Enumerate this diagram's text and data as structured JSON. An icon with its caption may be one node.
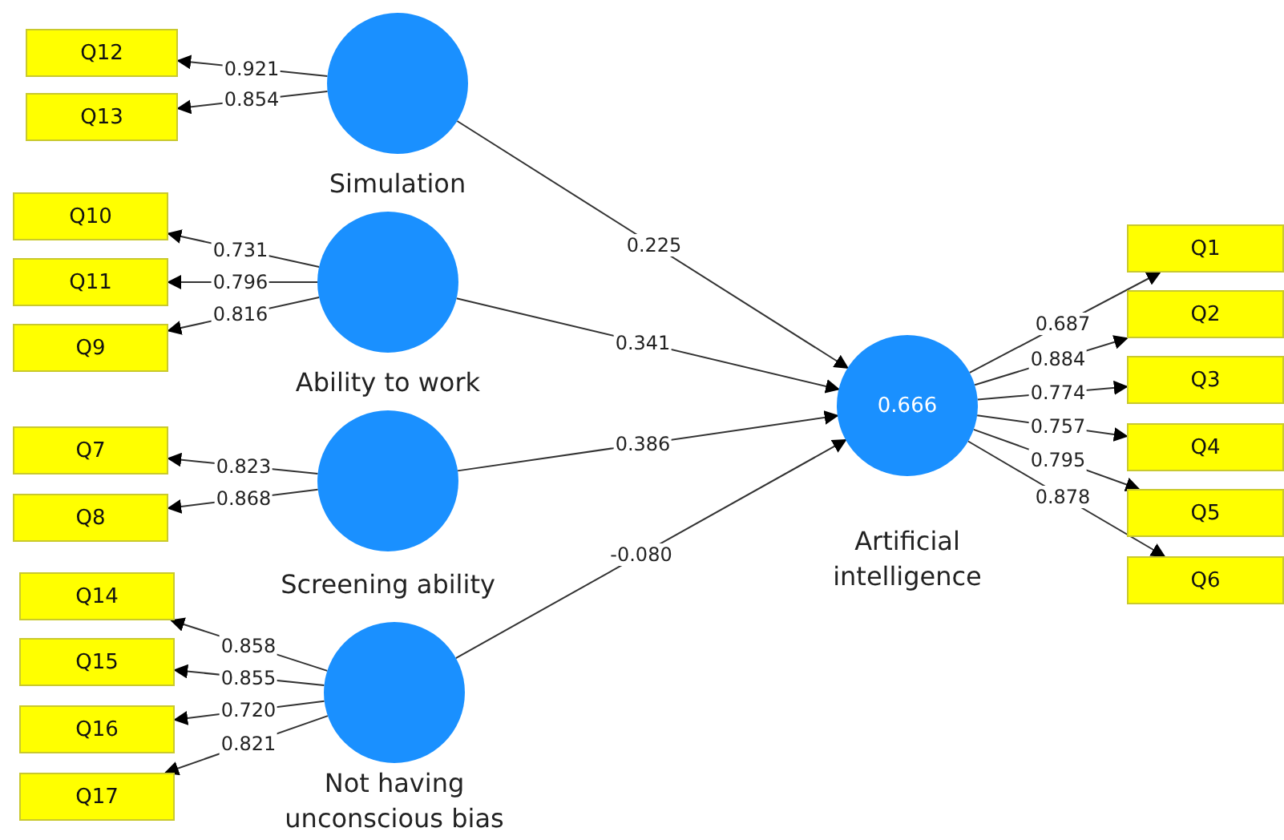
{
  "diagram": {
    "nodes": [
      {
        "text": [
          "Q12"
        ]
      },
      {
        "text": [
          "Q13"
        ]
      },
      {
        "text": [
          "Simulation"
        ]
      },
      {
        "text": [
          "Q10"
        ]
      },
      {
        "text": [
          "Q11"
        ]
      },
      {
        "text": [
          "Q9"
        ]
      },
      {
        "text": [
          "Ability to work"
        ]
      },
      {
        "text": [
          "Q7"
        ]
      },
      {
        "text": [
          "Q8"
        ]
      },
      {
        "text": [
          "Screening ability"
        ]
      },
      {
        "text": [
          "Q14"
        ]
      },
      {
        "text": [
          "Q15"
        ]
      },
      {
        "text": [
          "Q16"
        ]
      },
      {
        "text": [
          "Q17"
        ]
      },
      {
        "text": [
          "Not having unconscious bias"
        ]
      },
      {
        "text": [
          "0.666",
          "Artificial intelligence"
        ]
      },
      {
        "text": [
          "Q1"
        ]
      },
      {
        "text": [
          "Q2"
        ]
      },
      {
        "text": [
          "Q3"
        ]
      },
      {
        "text": [
          "Q4"
        ]
      },
      {
        "text": [
          "Q5"
        ]
      },
      {
        "text": [
          "Q6"
        ]
      }
    ],
    "edges": [
      {
        "from": 2,
        "to": 0,
        "arrow": "to",
        "label": "0.921"
      },
      {
        "from": 2,
        "to": 1,
        "arrow": "to",
        "label": "0.854"
      },
      {
        "from": 6,
        "to": 3,
        "arrow": "to",
        "label": "0.731"
      },
      {
        "from": 6,
        "to": 4,
        "arrow": "to",
        "label": "0.796"
      },
      {
        "from": 6,
        "to": 5,
        "arrow": "to",
        "label": "0.816"
      },
      {
        "from": 9,
        "to": 7,
        "arrow": "to",
        "label": "0.823"
      },
      {
        "from": 9,
        "to": 8,
        "arrow": "to",
        "label": "0.868"
      },
      {
        "from": 14,
        "to": 10,
        "arrow": "to",
        "label": "0.858"
      },
      {
        "from": 14,
        "to": 11,
        "arrow": "to",
        "label": "0.855"
      },
      {
        "from": 14,
        "to": 12,
        "arrow": "to",
        "label": "0.720"
      },
      {
        "from": 14,
        "to": 13,
        "arrow": "to",
        "label": "0.821"
      },
      {
        "from": 2,
        "to": 15,
        "arrow": "to",
        "label": "0.225"
      },
      {
        "from": 6,
        "to": 15,
        "arrow": "to",
        "label": "0.341"
      },
      {
        "from": 9,
        "to": 15,
        "arrow": "to",
        "label": "0.386"
      },
      {
        "from": 14,
        "to": 15,
        "arrow": "to",
        "label": "-0.080"
      },
      {
        "from": 15,
        "to": 16,
        "arrow": "to",
        "label": "0.687"
      },
      {
        "from": 15,
        "to": 17,
        "arrow": "to",
        "label": "0.884"
      },
      {
        "from": 15,
        "to": 18,
        "arrow": "to",
        "label": "0.774"
      },
      {
        "from": 15,
        "to": 19,
        "arrow": "to",
        "label": "0.757"
      },
      {
        "from": 15,
        "to": 20,
        "arrow": "to",
        "label": "0.795"
      },
      {
        "from": 15,
        "to": 21,
        "arrow": "to",
        "label": "0.878"
      }
    ]
  }
}
